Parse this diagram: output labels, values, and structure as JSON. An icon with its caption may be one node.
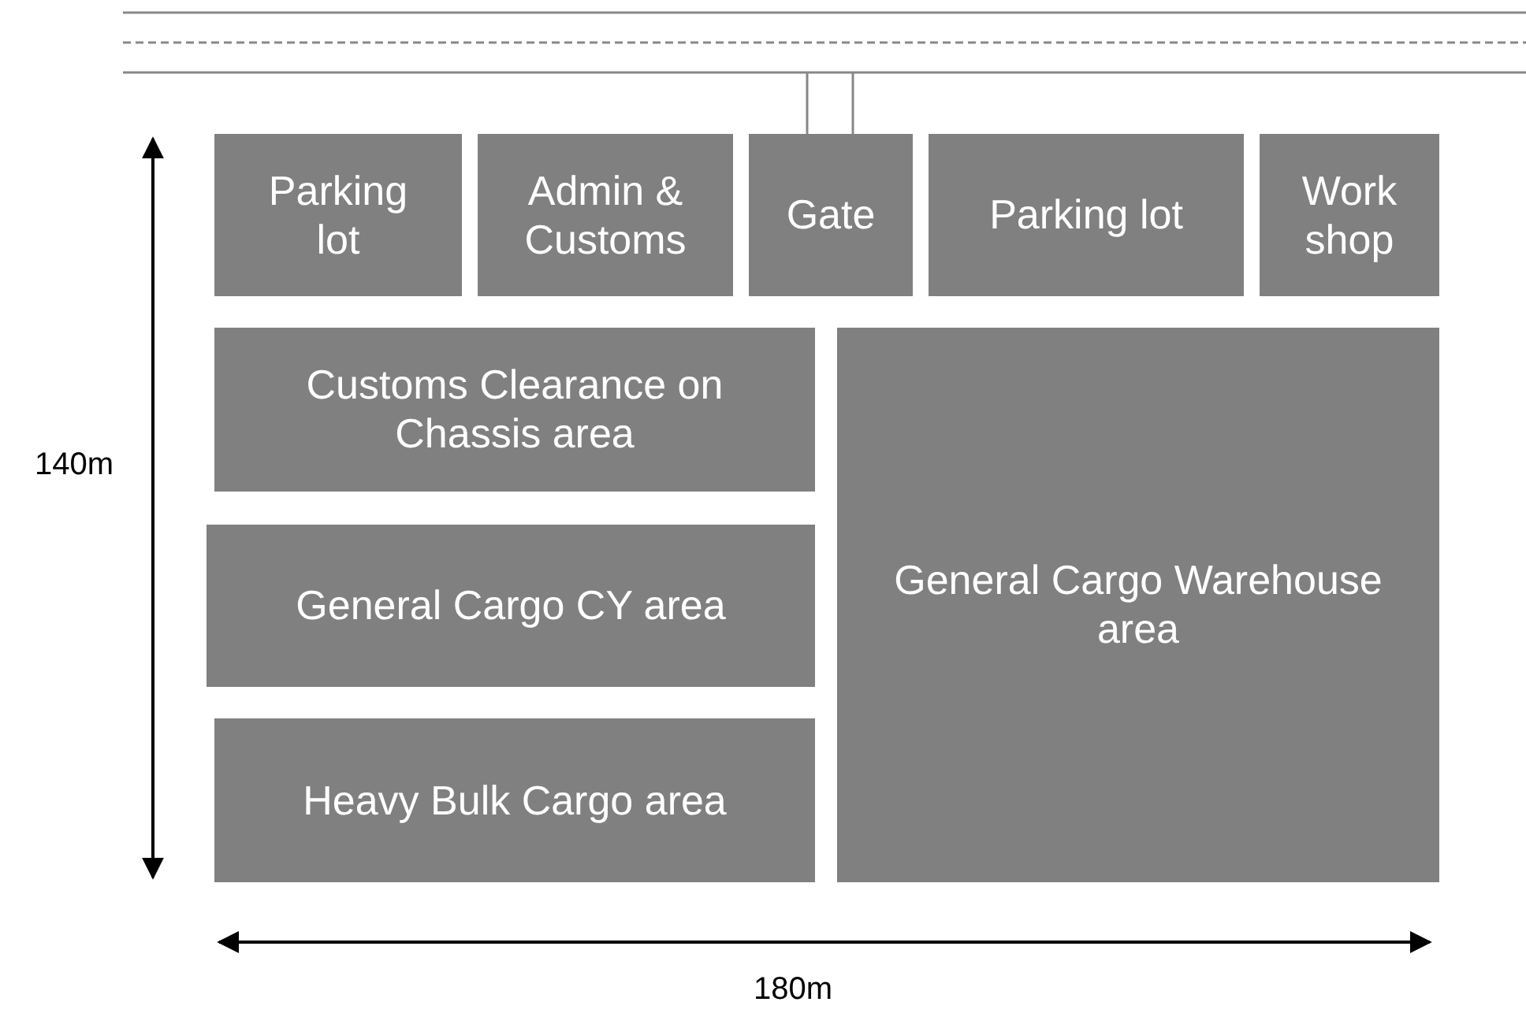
{
  "diagram": {
    "nodes": [
      {
        "text": [
          "Parking lot"
        ]
      },
      {
        "text": [
          "Admin & Customs"
        ]
      },
      {
        "text": [
          "Gate"
        ]
      },
      {
        "text": [
          "Parking lot"
        ]
      },
      {
        "text": [
          "Work shop"
        ]
      },
      {
        "text": [
          "Customs Clearance on Chassis area"
        ]
      },
      {
        "text": [
          "General Cargo Warehouse area"
        ]
      },
      {
        "text": [
          "General Cargo CY area"
        ]
      },
      {
        "text": [
          "Heavy Bulk Cargo area"
        ]
      }
    ],
    "labels": [
      "140m",
      "180m"
    ]
  }
}
